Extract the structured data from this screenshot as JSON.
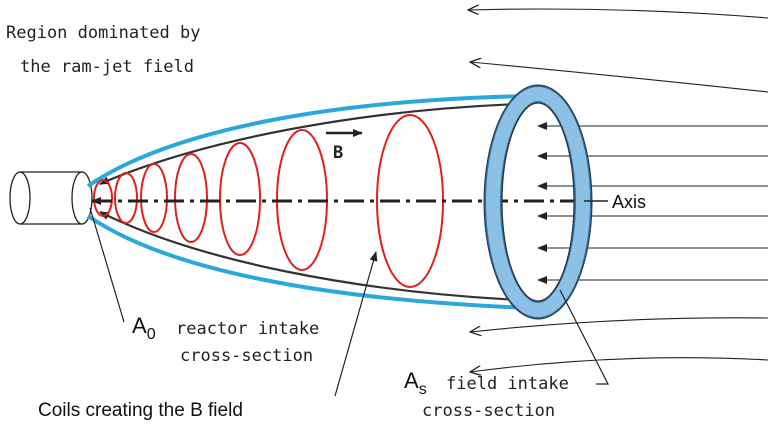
{
  "labels": {
    "region_line1": "Region dominated by",
    "region_line2": "the ram-jet field",
    "b": "B",
    "axis": "Axis",
    "a0_symbol": "A",
    "a0_sub": "0",
    "a0_text": "reactor intake",
    "a0_line2": "cross-section",
    "as_symbol": "A",
    "as_sub": "s",
    "as_text": "field intake",
    "as_line2": "cross-section",
    "coils": "Coils creating the B field"
  },
  "colors": {
    "field_envelope": "#29a8dc",
    "intake_ring": "#7fb4dc",
    "coils": "#e02020",
    "lines": "#222222"
  }
}
